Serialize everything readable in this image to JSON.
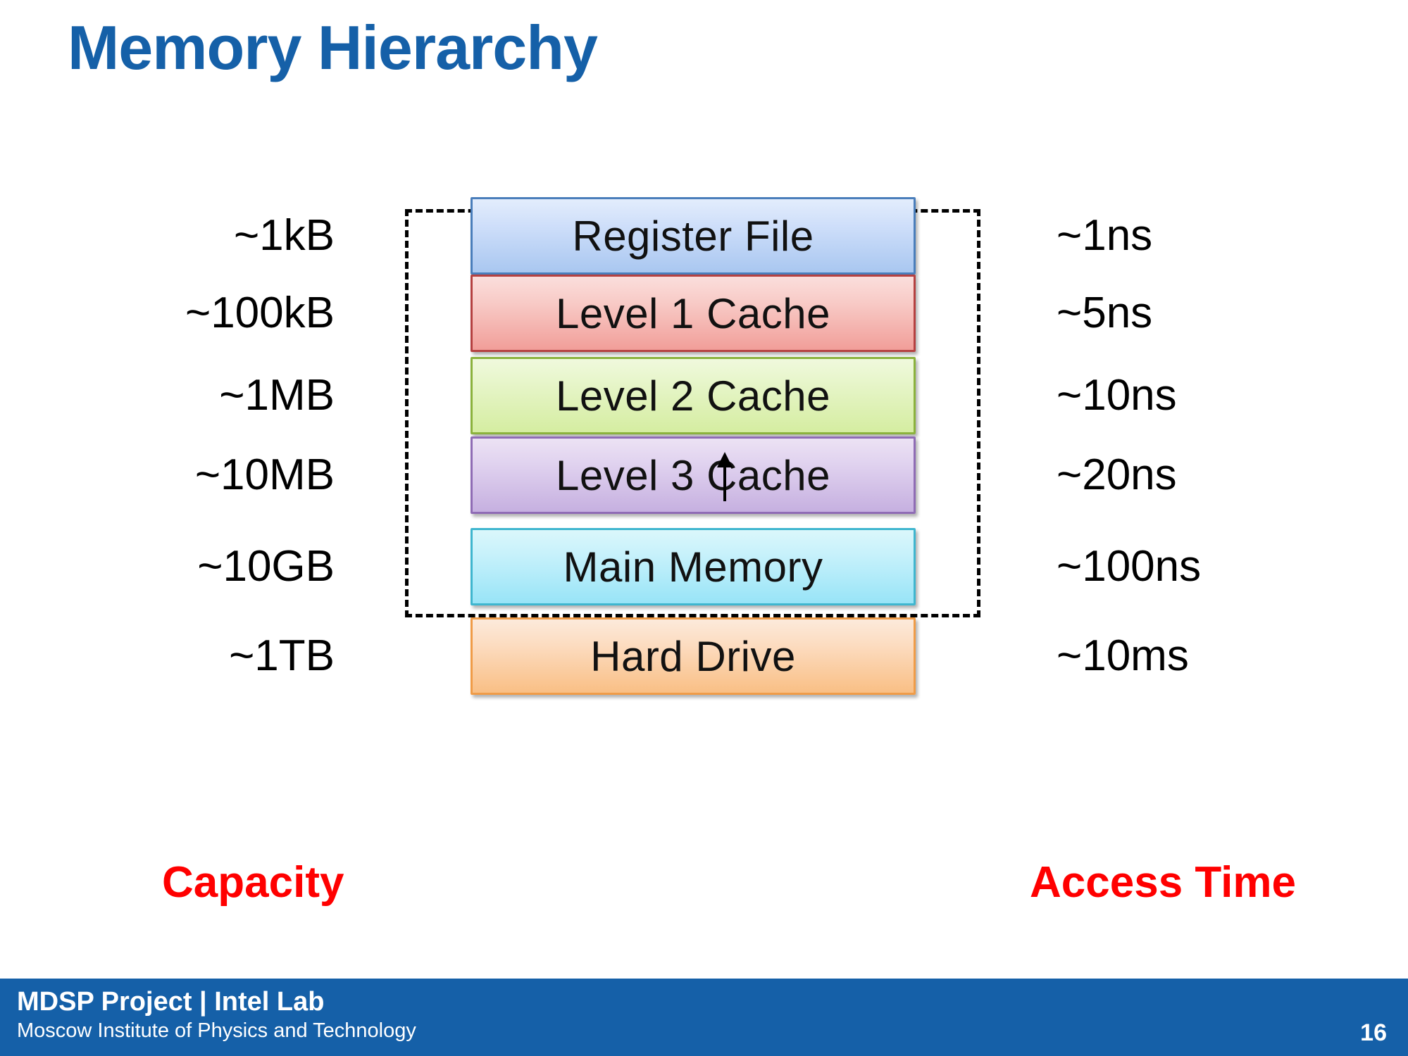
{
  "slide": {
    "title": "Memory Hierarchy",
    "title_color": "#1560A8",
    "page_number": "16"
  },
  "diagram": {
    "type": "memory-hierarchy",
    "onchip_group_rows": 4,
    "capacity_caption": "Capacity",
    "access_time_caption": "Access Time",
    "caption_color": "#FF0000",
    "rows": [
      {
        "capacity": "~1kB",
        "name": "Register File",
        "access_time": "~1ns",
        "fill": "#A9C7F0",
        "border": "#4A7EBB",
        "in_chip": true
      },
      {
        "capacity": "~100kB",
        "name": "Level 1 Cache",
        "access_time": "~5ns",
        "fill": "#F19E99",
        "border": "#B54141",
        "in_chip": true
      },
      {
        "capacity": "~1MB",
        "name": "Level 2 Cache",
        "access_time": "~10ns",
        "fill": "#D5EDA1",
        "border": "#8BB23D",
        "in_chip": true
      },
      {
        "capacity": "~10MB",
        "name": "Level 3 Cache",
        "access_time": "~20ns",
        "fill": "#C6B0E0",
        "border": "#8F6CB5",
        "in_chip": true
      },
      {
        "capacity": "~10GB",
        "name": "Main Memory",
        "access_time": "~100ns",
        "fill": "#98E4F7",
        "border": "#3FB6CF",
        "in_chip": false
      },
      {
        "capacity": "~1TB",
        "name": "Hard Drive",
        "access_time": "~10ms",
        "fill": "#F9BF85",
        "border": "#F09C48",
        "in_chip": false
      }
    ]
  },
  "cursor": {
    "icon": "mouse-pointer-icon"
  },
  "footer": {
    "organization": "MDSP Project | Intel Lab",
    "institute": "Moscow Institute of Physics and Technology",
    "page_number": "16",
    "background_color": "#1560A8"
  }
}
